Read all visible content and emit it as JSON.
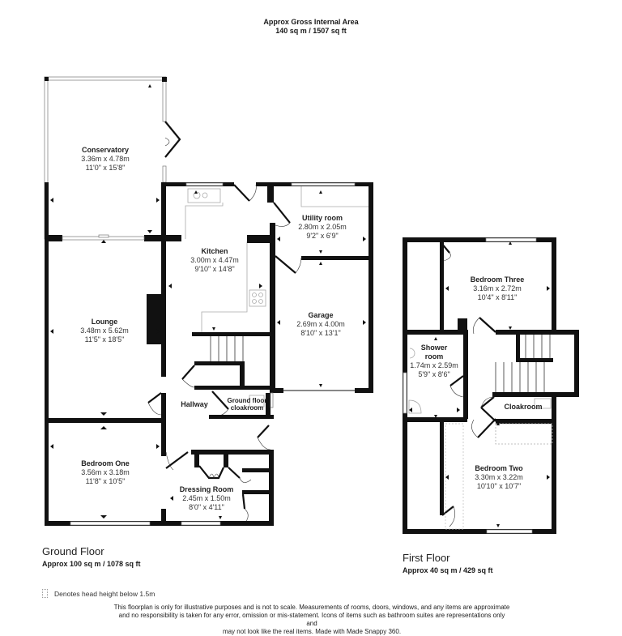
{
  "header": {
    "title": "Approx Gross Internal Area",
    "area": "140 sq m / 1507 sq ft"
  },
  "floors": [
    {
      "name": "Ground Floor",
      "area": "Approx 100 sq m / 1078 sq ft",
      "rooms": [
        {
          "name": "Conservatory",
          "metric": "3.36m x 4.78m",
          "imperial": "11'0\" x 15'8\""
        },
        {
          "name": "Kitchen",
          "metric": "3.00m x 4.47m",
          "imperial": "9'10\" x 14'8\""
        },
        {
          "name": "Utility room",
          "metric": "2.80m x 2.05m",
          "imperial": "9'2\" x 6'9\""
        },
        {
          "name": "Lounge",
          "metric": "3.48m x 5.62m",
          "imperial": "11'5\" x 18'5\""
        },
        {
          "name": "Garage",
          "metric": "2.69m x 4.00m",
          "imperial": "8'10\" x 13'1\""
        },
        {
          "name": "Hallway"
        },
        {
          "name": "Ground floor",
          "name2": "cloakroom"
        },
        {
          "name": "Bedroom One",
          "metric": "3.56m x 3.18m",
          "imperial": "11'8\" x 10'5\""
        },
        {
          "name": "Dressing Room",
          "metric": "2.45m x 1.50m",
          "imperial": "8'0\" x 4'11\""
        }
      ]
    },
    {
      "name": "First Floor",
      "area": "Approx 40 sq m / 429 sq ft",
      "rooms": [
        {
          "name": "Bedroom Three",
          "metric": "3.16m x 2.72m",
          "imperial": "10'4\" x 8'11\""
        },
        {
          "name": "Shower",
          "name2": "room",
          "metric": "1.74m x 2.59m",
          "imperial": "5'9\" x 8'6\""
        },
        {
          "name": "Cloakroom"
        },
        {
          "name": "Bedroom Two",
          "metric": "3.30m x 3.22m",
          "imperial": "10'10\" x 10'7\""
        }
      ]
    }
  ],
  "legend": {
    "icon": "dotted-box-icon",
    "text": "Denotes head height below 1.5m"
  },
  "disclaimer": {
    "line1": "This floorplan is only for illustrative purposes and is not to scale. Measurements of rooms, doors, windows, and any items are approximate",
    "line2": "and no responsibility is taken for any error, omission or mis-statement. Icons of items such as bathroom suites are representations only and",
    "line3": "may not look like the real items. Made with Made Snappy 360."
  },
  "colors": {
    "wall": "#111111",
    "window": "#777777",
    "fixture": "#aaaaaa",
    "background": "#ffffff"
  }
}
